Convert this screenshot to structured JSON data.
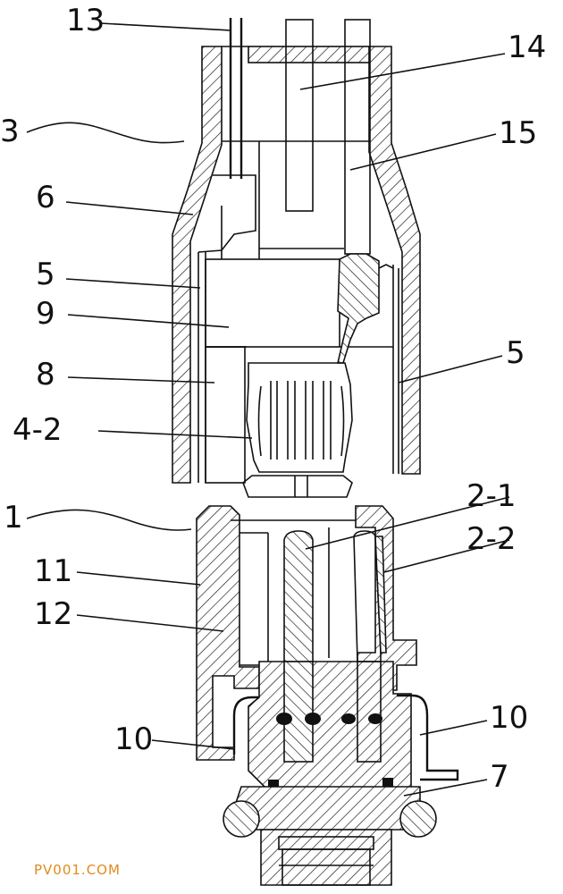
{
  "labels": {
    "l13": "13",
    "l14": "14",
    "l3": "3",
    "l15": "15",
    "l6": "6",
    "l5a": "5",
    "l9": "9",
    "l8": "8",
    "l5b": "5",
    "l4_2": "4-2",
    "l1": "1",
    "l2_1": "2-1",
    "l11": "11",
    "l2_2": "2-2",
    "l12": "12",
    "l10a": "10",
    "l10b": "10",
    "l7": "7"
  },
  "watermark": "PV001.COM"
}
